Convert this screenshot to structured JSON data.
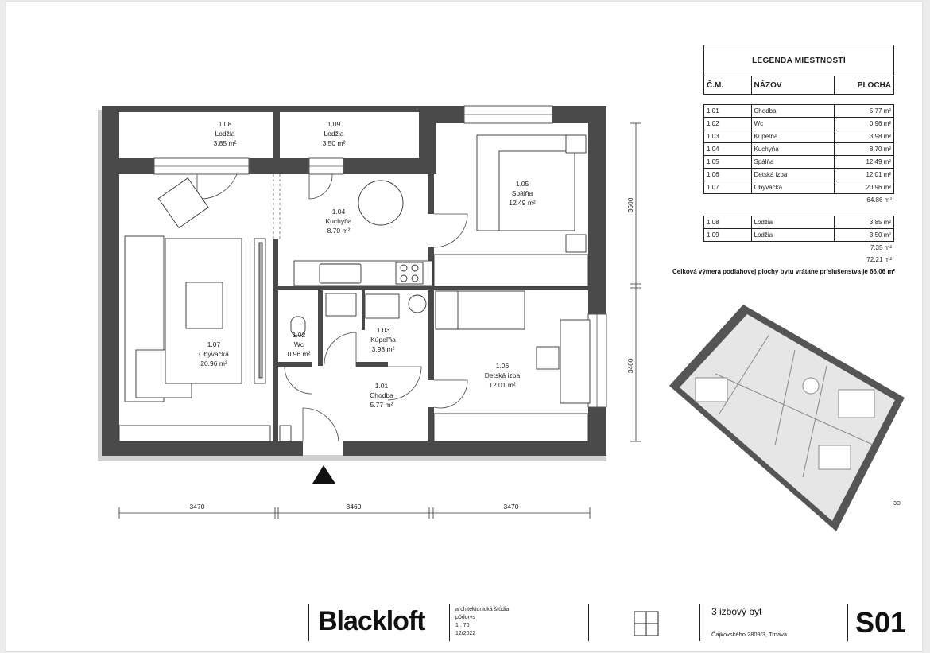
{
  "rooms": [
    {
      "id": "1.08",
      "name": "Lodžia",
      "area": "3.85 m²"
    },
    {
      "id": "1.09",
      "name": "Lodžia",
      "area": "3.50 m²"
    },
    {
      "id": "1.04",
      "name": "Kuchyňa",
      "area": "8.70 m²"
    },
    {
      "id": "1.05",
      "name": "Spálňa",
      "area": "12.49 m²"
    },
    {
      "id": "1.07",
      "name": "Obývačka",
      "area": "20.96 m²"
    },
    {
      "id": "1.02",
      "name": "Wc",
      "area": "0.96 m²"
    },
    {
      "id": "1.03",
      "name": "Kúpeľňa",
      "area": "3.98 m²"
    },
    {
      "id": "1.06",
      "name": "Detská izba",
      "area": "12.01 m²"
    },
    {
      "id": "1.01",
      "name": "Chodba",
      "area": "5.77 m²"
    }
  ],
  "dimensions": {
    "bottom": [
      "3470",
      "3460",
      "3470"
    ],
    "right": [
      "3600",
      "3460"
    ]
  },
  "legend": {
    "title": "LEGENDA MIESTNOSTÍ",
    "col_no": "Č.M.",
    "col_name": "NÁZOV",
    "col_area": "PLOCHA",
    "rows": [
      {
        "no": "1.01",
        "name": "Chodba",
        "area": "5.77 m²"
      },
      {
        "no": "1.02",
        "name": "Wc",
        "area": "0.96 m²"
      },
      {
        "no": "1.03",
        "name": "Kúpeľňa",
        "area": "3.98 m²"
      },
      {
        "no": "1.04",
        "name": "Kuchyňa",
        "area": "8.70 m²"
      },
      {
        "no": "1.05",
        "name": "Spálňa",
        "area": "12.49 m²"
      },
      {
        "no": "1.06",
        "name": "Detská izba",
        "area": "12.01 m²"
      },
      {
        "no": "1.07",
        "name": "Obývačka",
        "area": "20.96 m²"
      }
    ],
    "subtotal1": "64.86 m²",
    "rows2": [
      {
        "no": "1.08",
        "name": "Lodžia",
        "area": "3.85 m²"
      },
      {
        "no": "1.09",
        "name": "Lodžia",
        "area": "3.50 m²"
      }
    ],
    "subtotal2": "7.35 m²",
    "grand_total": "72.21 m²",
    "total_note": "Celková výmera podlahovej plochy bytu vrátane príslušenstva je 66,06 m²"
  },
  "view_label": "3D",
  "title_block": {
    "logo": "Blackloft",
    "info": [
      "architektonická štúdia",
      "pôdorys",
      "1 : 70",
      "12/2022"
    ],
    "project_name": "3 izbový byt",
    "address": "Čajkovského 2809/3, Trnava",
    "sheet_code": "S01"
  }
}
